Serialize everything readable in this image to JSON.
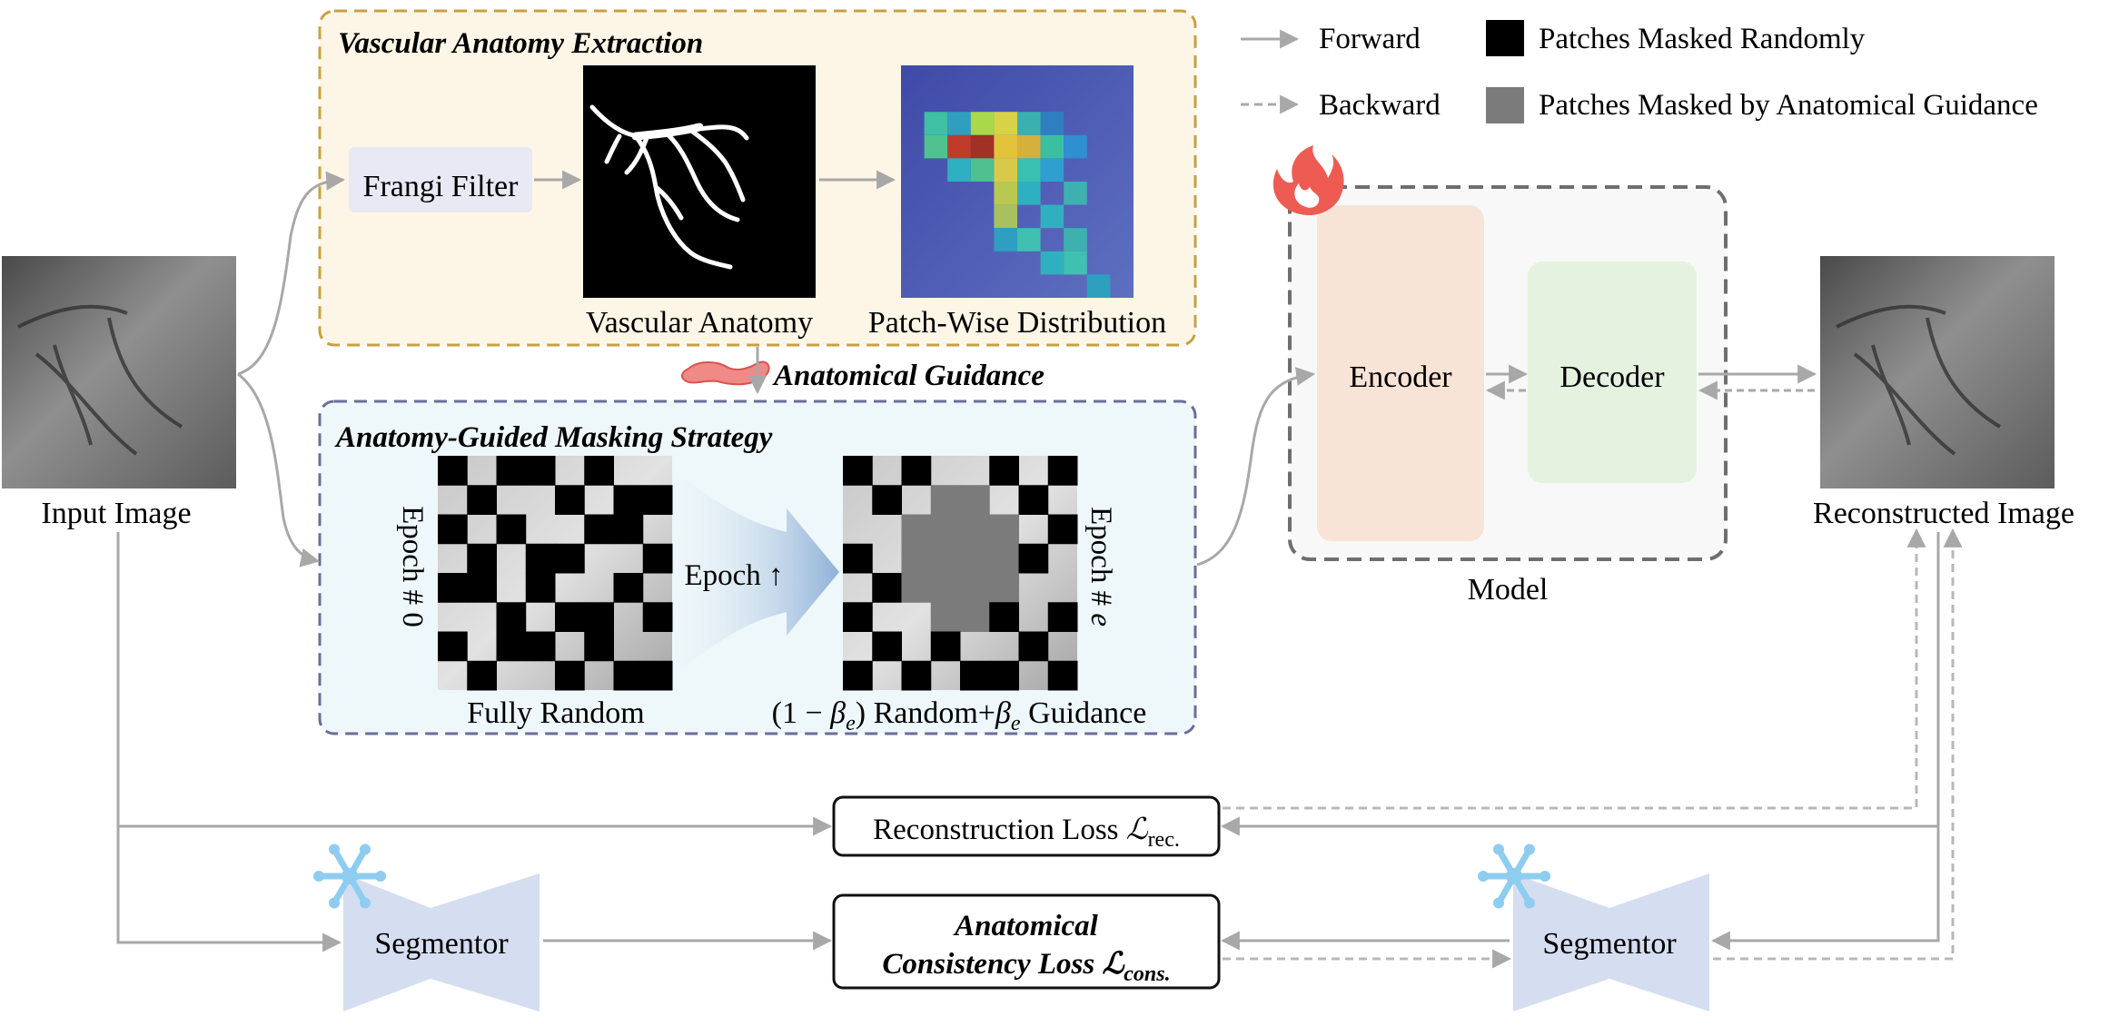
{
  "legend": {
    "forward": "Forward",
    "backward": "Backward",
    "random_mask": "Patches Masked Randomly",
    "guided_mask": "Patches Masked by Anatomical Guidance"
  },
  "extraction": {
    "title": "Vascular Anatomy Extraction",
    "frangi": "Frangi Filter",
    "vascular_caption": "Vascular Anatomy",
    "patch_caption": "Patch-Wise Distribution"
  },
  "guidance_label": "Anatomical Guidance",
  "masking": {
    "title": "Anatomy-Guided Masking Strategy",
    "epoch0": "Epoch # 0",
    "epoch_up": "Epoch ↑",
    "epoch_e_prefix": "Epoch # ",
    "epoch_e_var": "e",
    "caption_random": "Fully Random",
    "caption_guided": {
      "open": "(1 − ",
      "beta": "β",
      "sub": "e",
      "mid": ") Random+",
      "end": " Guidance"
    }
  },
  "input_label": "Input Image",
  "model": {
    "label": "Model",
    "encoder": "Encoder",
    "decoder": "Decoder",
    "icon": "flame-icon"
  },
  "output_label": "Reconstructed Image",
  "losses": {
    "rec_text": "Reconstruction Loss ",
    "rec_symbol": "ℒ",
    "rec_sub": "rec.",
    "cons_line1": "Anatomical",
    "cons_line2": "Consistency Loss ",
    "cons_symbol": "ℒ",
    "cons_sub": "cons."
  },
  "segmentor_left": "Segmentor",
  "segmentor_right": "Segmentor",
  "frozen_icon": "snowflake-icon",
  "colors": {
    "extraction_bg": "#fdf6e6",
    "extraction_border": "#c8a040",
    "masking_bg": "#eef7fa",
    "masking_border": "#6b6e98",
    "encoder": "#f7e4d6",
    "decoder": "#e4f2df",
    "segmentor": "#d5def0",
    "snowflake": "#8ecdf0",
    "flame": "#ee5b53"
  }
}
